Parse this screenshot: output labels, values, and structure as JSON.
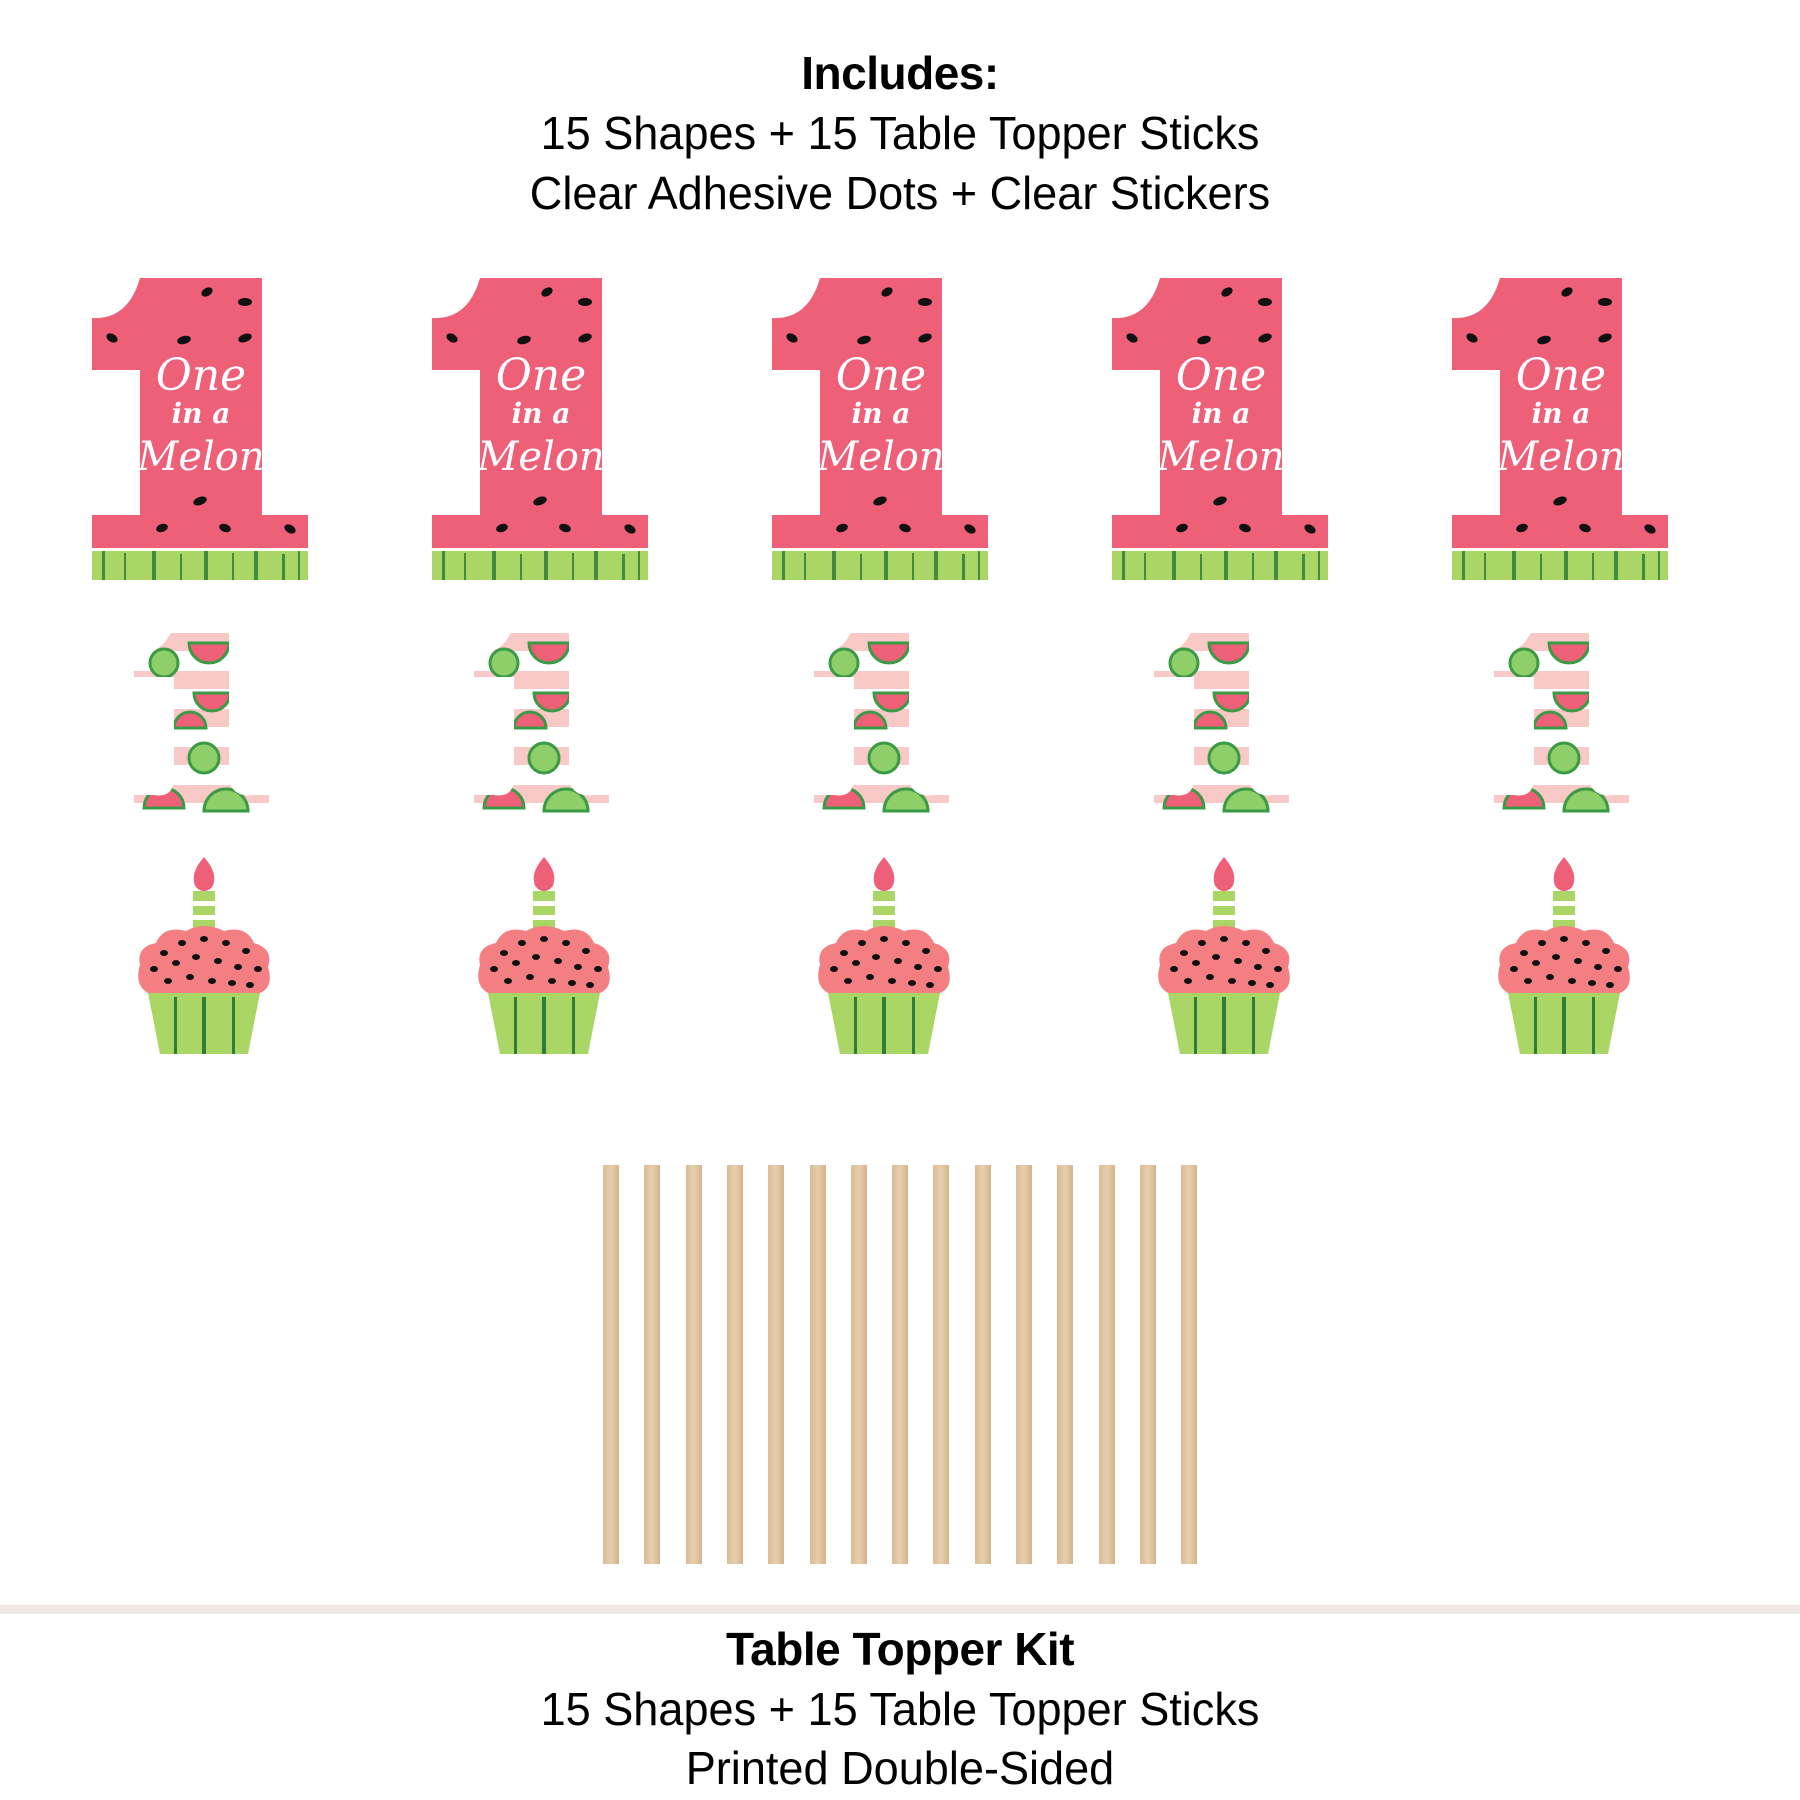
{
  "header": {
    "title": "Includes:",
    "line1": "15 Shapes + 15 Table Topper Sticks",
    "line2": "Clear Adhesive Dots + Clear Stickers"
  },
  "shapes": {
    "big_one_text": [
      "One",
      "in a",
      "Melon"
    ],
    "columns": 5,
    "colors": {
      "pink": "#ee5f78",
      "green": "#a9d665",
      "dark_green": "#2f7d3a",
      "seed": "#111111",
      "light_pink": "#f8c9c6"
    }
  },
  "sticks": {
    "count": 15,
    "color": "#dcc09b"
  },
  "footer": {
    "title": "Table Topper Kit",
    "line1": "15 Shapes + 15 Table Topper Sticks",
    "line2": "Printed Double-Sided"
  }
}
